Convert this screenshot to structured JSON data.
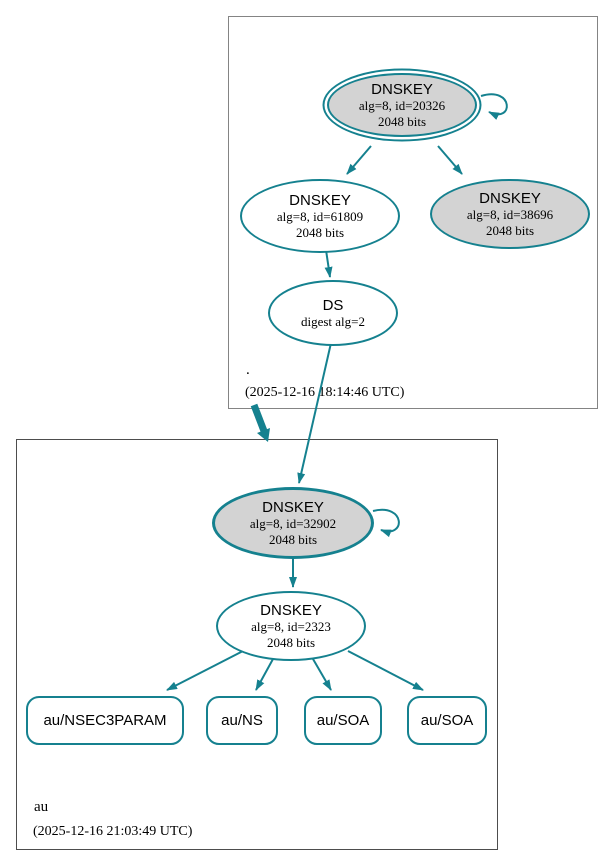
{
  "colors": {
    "edge_teal": "#15818f",
    "node_fill": "#d3d3d3",
    "outer_box_border": "#848484",
    "inner_box_border": "#4d4d4d"
  },
  "root_zone": {
    "label": ".",
    "timestamp": "(2025-12-16 18:14:46 UTC)",
    "nodes": {
      "ksk": {
        "title": "DNSKEY",
        "alg": "alg=8, id=20326",
        "bits": "2048 bits"
      },
      "zsk": {
        "title": "DNSKEY",
        "alg": "alg=8, id=61809",
        "bits": "2048 bits"
      },
      "key38696": {
        "title": "DNSKEY",
        "alg": "alg=8, id=38696",
        "bits": "2048 bits"
      },
      "ds": {
        "title": "DS",
        "detail": "digest alg=2"
      }
    }
  },
  "au_zone": {
    "label": "au",
    "timestamp": "(2025-12-16 21:03:49 UTC)",
    "nodes": {
      "ksk": {
        "title": "DNSKEY",
        "alg": "alg=8, id=32902",
        "bits": "2048 bits"
      },
      "zsk": {
        "title": "DNSKEY",
        "alg": "alg=8, id=2323",
        "bits": "2048 bits"
      },
      "rrsets": [
        {
          "label": "au/NSEC3PARAM"
        },
        {
          "label": "au/NS"
        },
        {
          "label": "au/SOA"
        },
        {
          "label": "au/SOA"
        }
      ]
    }
  }
}
